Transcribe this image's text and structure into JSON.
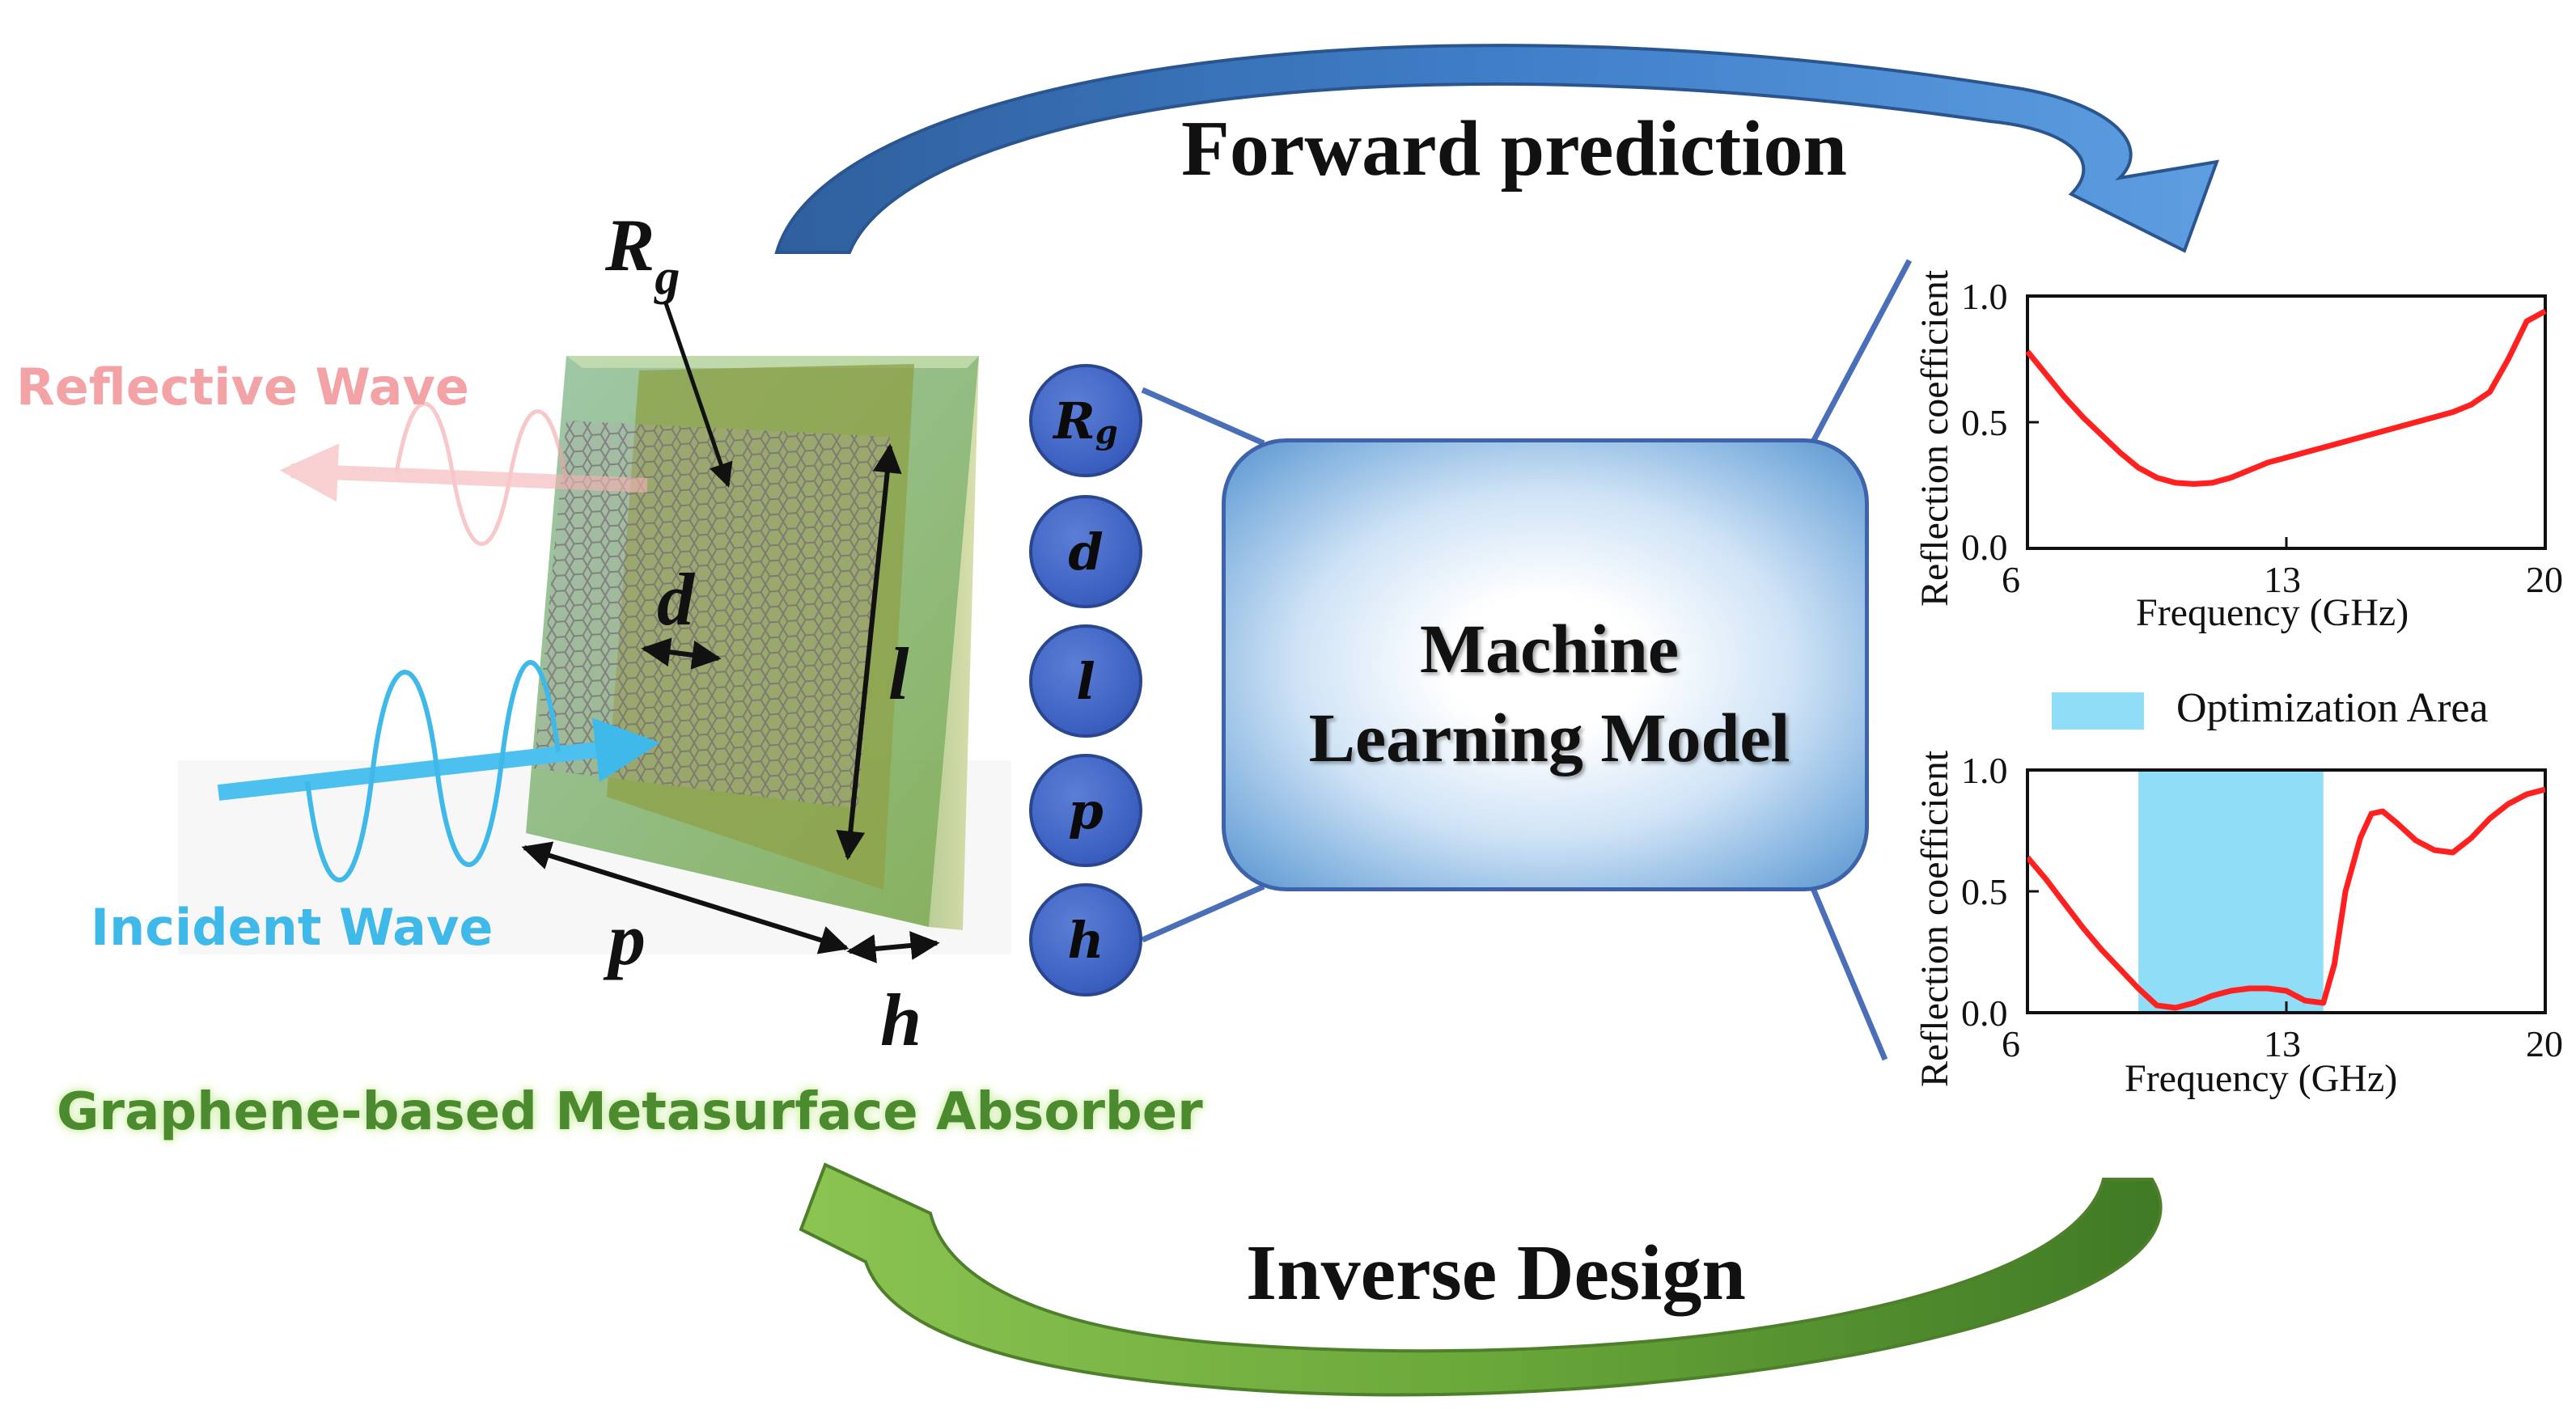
{
  "titles": {
    "forward": "Forward prediction",
    "inverse": "Inverse Design"
  },
  "absorber": {
    "reflective_label": "Reflective Wave",
    "incident_label": "Incident Wave",
    "caption": "Graphene-based Metasurface Absorber",
    "dimensions": {
      "rg_base": "R",
      "rg_sub": "g",
      "d": "d",
      "l": "l",
      "p": "p",
      "h": "h"
    }
  },
  "parameters": [
    {
      "base": "R",
      "sub": "g"
    },
    {
      "base": "d",
      "sub": ""
    },
    {
      "base": "l",
      "sub": ""
    },
    {
      "base": "p",
      "sub": ""
    },
    {
      "base": "h",
      "sub": ""
    }
  ],
  "model": {
    "title_line1": "Machine",
    "title_line2": "Learning Model"
  },
  "colors": {
    "forward_arrow": "#3a78c0",
    "inverse_arrow": "#5f9a35",
    "curve": "#ff2020",
    "optimization_area": "#8fddf6",
    "param_circle": "#3b5fc0",
    "reflective": "#f3a3a6",
    "incident": "#3fb8ea"
  },
  "chart_data": [
    {
      "type": "line",
      "xlabel": "Frequency (GHz)",
      "ylabel": "Reflection coefficient",
      "xlim": [
        6,
        20
      ],
      "ylim": [
        0,
        1.0
      ],
      "xticks": [
        "6",
        "13",
        "20"
      ],
      "yticks": [
        "0.0",
        "0.5",
        "1.0"
      ],
      "series": [
        {
          "x": [
            6,
            6.5,
            7,
            7.5,
            8,
            8.5,
            9,
            9.5,
            10,
            10.5,
            11,
            11.5,
            12,
            12.5,
            13,
            13.5,
            14,
            14.5,
            15,
            15.5,
            16,
            16.5,
            17,
            17.5,
            18,
            18.5,
            19,
            19.5,
            20
          ],
          "y": [
            0.78,
            0.69,
            0.6,
            0.52,
            0.45,
            0.38,
            0.32,
            0.28,
            0.26,
            0.255,
            0.26,
            0.28,
            0.31,
            0.34,
            0.36,
            0.38,
            0.4,
            0.42,
            0.44,
            0.46,
            0.48,
            0.5,
            0.52,
            0.54,
            0.57,
            0.62,
            0.75,
            0.9,
            0.94
          ]
        }
      ]
    },
    {
      "type": "line",
      "xlabel": "Frequency (GHz)",
      "ylabel": "Reflection coefficient",
      "xlim": [
        6,
        20
      ],
      "ylim": [
        0,
        1.0
      ],
      "xticks": [
        "6",
        "13",
        "20"
      ],
      "yticks": [
        "0.0",
        "0.5",
        "1.0"
      ],
      "legend": [
        "Optimization Area"
      ],
      "optimization_area": [
        9.0,
        14.0
      ],
      "series": [
        {
          "x": [
            6,
            6.5,
            7,
            7.5,
            8,
            8.5,
            9,
            9.5,
            10,
            10.5,
            11,
            11.5,
            12,
            12.5,
            13,
            13.5,
            14,
            14.3,
            14.6,
            15,
            15.3,
            15.6,
            16,
            16.5,
            17,
            17.5,
            18,
            18.5,
            19,
            19.5,
            20
          ],
          "y": [
            0.64,
            0.55,
            0.45,
            0.35,
            0.26,
            0.18,
            0.1,
            0.03,
            0.02,
            0.04,
            0.07,
            0.09,
            0.1,
            0.1,
            0.09,
            0.05,
            0.04,
            0.2,
            0.5,
            0.72,
            0.82,
            0.83,
            0.78,
            0.71,
            0.67,
            0.66,
            0.72,
            0.8,
            0.86,
            0.9,
            0.92
          ]
        }
      ]
    }
  ]
}
